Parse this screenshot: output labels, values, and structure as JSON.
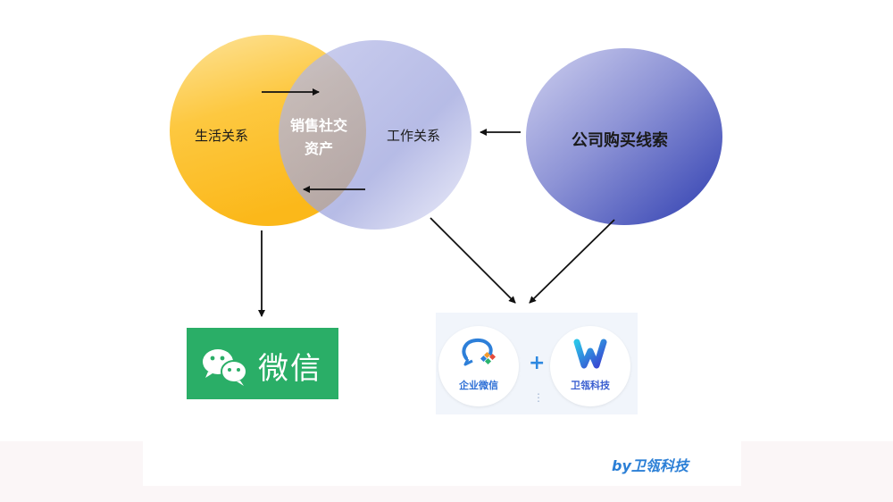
{
  "venn": {
    "life_label": "生活关系",
    "overlap_label": "销售社交资产",
    "work_label": "工作关系"
  },
  "company": {
    "label": "公司购买线索"
  },
  "wechat": {
    "text": "微信"
  },
  "partners": {
    "left_name": "企业微信",
    "plus": "+",
    "right_name": "卫瓴科技",
    "more": "⋮"
  },
  "credit": "by卫瓴科技",
  "colors": {
    "life_circle": "#fcc12a",
    "work_circle": "#a5acdf",
    "company_circle": "#5a63c0",
    "wechat_green": "#2aae67",
    "credit_blue": "#2b7fd6"
  }
}
